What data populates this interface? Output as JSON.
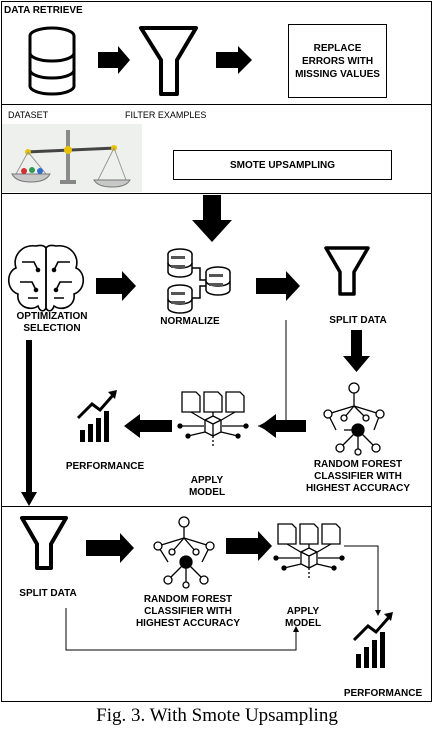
{
  "figure": {
    "caption": "Fig. 3. With Smote Upsampling"
  },
  "top_section": {
    "title": "DATA RETRIEVE",
    "replace_box": "REPLACE ERRORS WITH MISSING VALUES",
    "dataset_label": "DATASET",
    "filter_label": "FILTER EXAMPLES"
  },
  "smote_section": {
    "smote_box": "SMOTE UPSAMPLING"
  },
  "middle_section": {
    "optimization_label": "OPTIMIZATION SELECTION",
    "normalize_label": "NORMALIZE",
    "split_label": "SPLIT DATA",
    "rf_label": "RANDOM FOREST CLASSIFIER WITH HIGHEST ACCURACY",
    "apply_label": "APPLY MODEL",
    "performance_label": "PERFORMANCE"
  },
  "bottom_section": {
    "split_label": "SPLIT DATA",
    "rf_label": "RANDOM FOREST CLASSIFIER WITH HIGHEST ACCURACY",
    "apply_label": "APPLY MODEL",
    "performance_label": "PERFORMANCE"
  },
  "icons": [
    "database-icon",
    "funnel-icon",
    "balance-scale-icon",
    "brain-icon",
    "server-stack-icon",
    "tree-network-icon",
    "documents-cube-icon",
    "bar-chart-trend-icon"
  ]
}
